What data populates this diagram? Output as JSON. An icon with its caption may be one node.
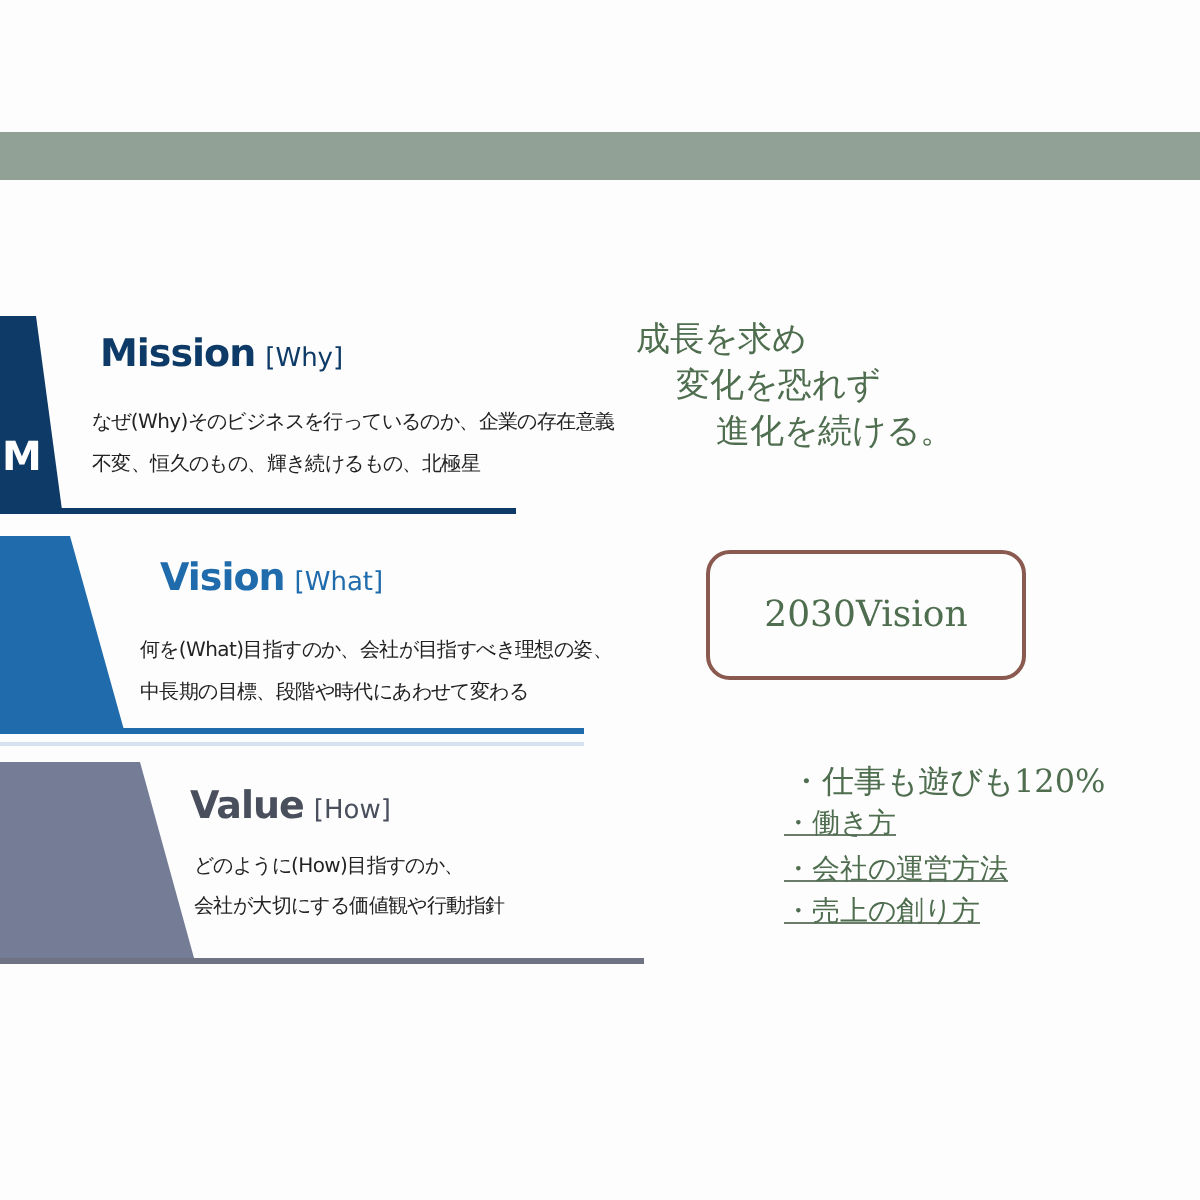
{
  "diagram": {
    "nodes": [
      {
        "text": [
          "M",
          "Mission",
          "[Why]",
          "なぜ(Why)そのビジネスを行っているのか、企業の存在意義",
          "不変、恒久のもの、輝き続けるもの、北極星"
        ]
      },
      {
        "text": [
          "Vision",
          "[What]",
          "何を(What)目指すのか、会社が目指すべき理想の姿、",
          "中長期の目標、段階や時代にあわせて変わる"
        ]
      },
      {
        "text": [
          "Value",
          "[How]",
          "どのように(How)目指すのか、",
          "会社が大切にする価値観や行動指針"
        ]
      },
      {
        "text": [
          "2030Vision"
        ]
      }
    ],
    "edges": [],
    "labels": [
      "成長を求め",
      "変化を恐れず",
      "進化を続ける。",
      "・仕事も遊びも120%",
      "・働き方",
      "・会社の運営方法",
      "・売上の創り方"
    ]
  }
}
